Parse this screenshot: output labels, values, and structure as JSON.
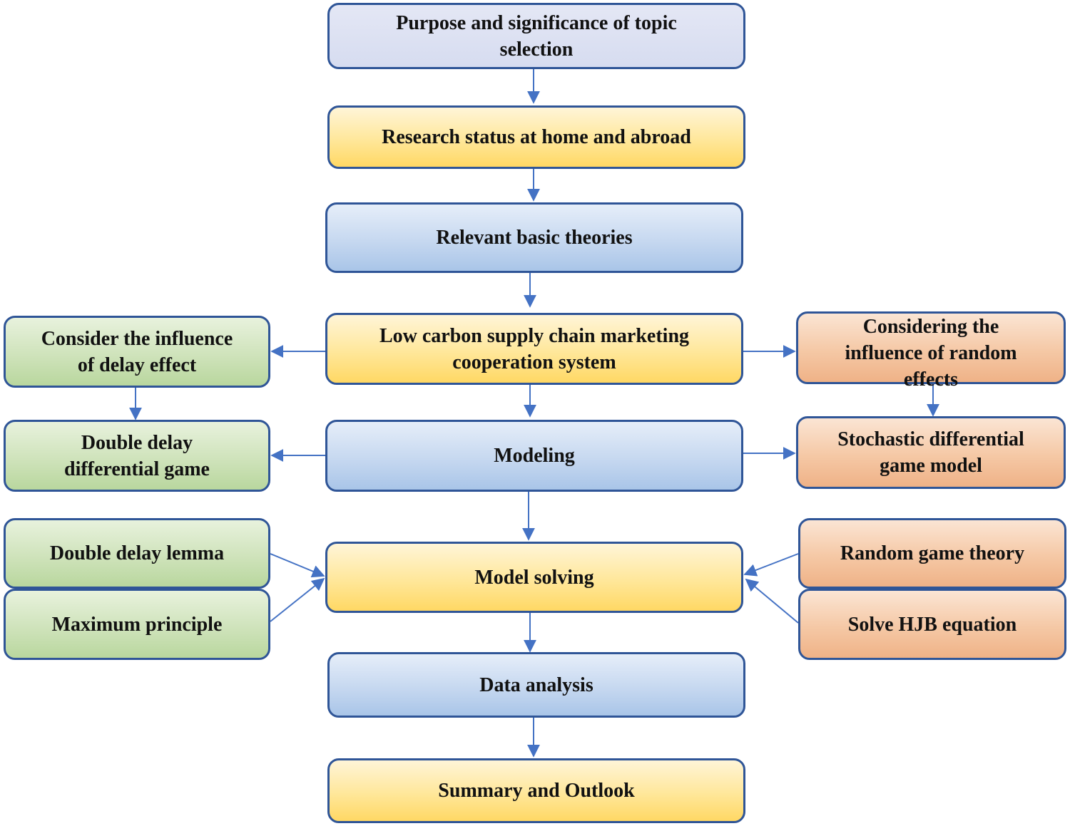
{
  "diagram": {
    "type": "flowchart",
    "nodes": {
      "purpose": {
        "label": "Purpose and significance of topic\nselection",
        "style": "lavender"
      },
      "research_status": {
        "label": "Research status at home and abroad",
        "style": "yellow"
      },
      "basic_theories": {
        "label": "Relevant basic theories",
        "style": "blue"
      },
      "low_carbon_system": {
        "label": "Low carbon supply chain marketing\ncooperation system",
        "style": "yellow"
      },
      "delay_effect": {
        "label": "Consider the influence\nof delay effect",
        "style": "green"
      },
      "random_effects": {
        "label": "Considering the\ninfluence of random\neffects",
        "style": "orange"
      },
      "double_delay_game": {
        "label": "Double delay\ndifferential game",
        "style": "green"
      },
      "modeling": {
        "label": "Modeling",
        "style": "blue"
      },
      "stochastic_model": {
        "label": "Stochastic differential\ngame model",
        "style": "orange"
      },
      "double_delay_lemma": {
        "label": "Double delay lemma",
        "style": "green"
      },
      "maximum_principle": {
        "label": "Maximum principle",
        "style": "green"
      },
      "model_solving": {
        "label": "Model solving",
        "style": "yellow"
      },
      "random_game_theory": {
        "label": "Random game theory",
        "style": "orange"
      },
      "solve_hjb": {
        "label": "Solve HJB equation",
        "style": "orange"
      },
      "data_analysis": {
        "label": "Data analysis",
        "style": "blue"
      },
      "summary": {
        "label": "Summary and Outlook",
        "style": "yellow"
      }
    },
    "edges": [
      {
        "from": "purpose",
        "to": "research_status"
      },
      {
        "from": "research_status",
        "to": "basic_theories"
      },
      {
        "from": "basic_theories",
        "to": "low_carbon_system"
      },
      {
        "from": "low_carbon_system",
        "to": "delay_effect"
      },
      {
        "from": "low_carbon_system",
        "to": "random_effects"
      },
      {
        "from": "low_carbon_system",
        "to": "modeling"
      },
      {
        "from": "delay_effect",
        "to": "double_delay_game"
      },
      {
        "from": "random_effects",
        "to": "stochastic_model"
      },
      {
        "from": "modeling",
        "to": "double_delay_game"
      },
      {
        "from": "modeling",
        "to": "stochastic_model"
      },
      {
        "from": "modeling",
        "to": "model_solving"
      },
      {
        "from": "double_delay_lemma",
        "to": "model_solving"
      },
      {
        "from": "maximum_principle",
        "to": "model_solving"
      },
      {
        "from": "random_game_theory",
        "to": "model_solving"
      },
      {
        "from": "solve_hjb",
        "to": "model_solving"
      },
      {
        "from": "model_solving",
        "to": "data_analysis"
      },
      {
        "from": "data_analysis",
        "to": "summary"
      }
    ],
    "colors": {
      "border": "#2f5597",
      "arrow": "#4472c4",
      "lavender": "#d9def2",
      "yellow": "#ffe08a",
      "blue": "#bcd3ee",
      "green": "#c8e0b2",
      "orange": "#f4c09a"
    }
  }
}
